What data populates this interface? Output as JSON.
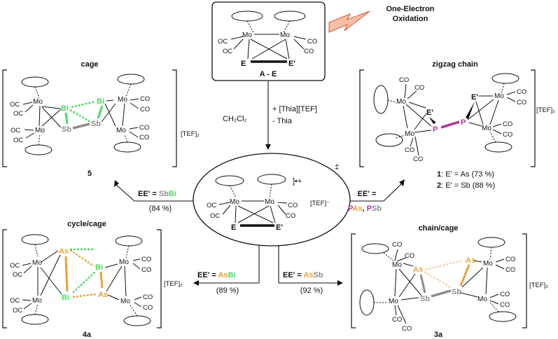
{
  "colors": {
    "sb": "#8c8c8c",
    "bi": "#4cd964",
    "as": "#e8a13a",
    "p": "#b0339a",
    "lightning_fill": "#f6c0a8",
    "lightning_stroke": "#d9552a"
  },
  "start": {
    "label": "A - E",
    "E1": "E",
    "E2": "E'",
    "mo": "Mo",
    "co": "CO",
    "oc": "OC"
  },
  "oxidation": {
    "line1": "One-Electron",
    "line2": "Oxidation"
  },
  "reagents": {
    "solvent": "CH₂Cl₂",
    "add": "+ [Thia][TEF]",
    "remove": "- Thia"
  },
  "center": {
    "charge": "]•+",
    "dagger": "‡",
    "anion": "[TEF]⁻",
    "E1": "E",
    "E2": "E'"
  },
  "products": {
    "cage": {
      "title": "cage",
      "number": "5",
      "counter": "[TEF]₂",
      "atoms": [
        "Bi",
        "Bi",
        "Sb",
        "Sb"
      ]
    },
    "zigzag": {
      "title": "zigzag chain",
      "counter": "[TEF]₂",
      "atoms": [
        "E'",
        "E'",
        "P",
        "P"
      ],
      "items": [
        {
          "num": "1",
          "text": ": E' = As (73 %)"
        },
        {
          "num": "2",
          "text": ": E' = Sb (88 %)"
        }
      ]
    },
    "cycle": {
      "title": "cycle/cage",
      "number": "4a",
      "counter": "[TEF]₂",
      "atoms": [
        "As",
        "Bi",
        "Bi",
        "As"
      ]
    },
    "chain": {
      "title": "chain/cage",
      "number": "3a",
      "counter": "[TEF]₂",
      "atoms": [
        "As",
        "As",
        "Sb",
        "Sb"
      ]
    }
  },
  "conditions": {
    "sbbi": {
      "prefix": "EE' = ",
      "a": "Sb",
      "b": "Bi",
      "yield": "(84 %)"
    },
    "pas": {
      "prefix": "EE' =",
      "a1": "P",
      "b1": "As",
      "sep": ", ",
      "a2": "P",
      "b2": "Sb"
    },
    "asbi": {
      "prefix": "EE' = ",
      "a": "As",
      "b": "Bi",
      "yield": "(89 %)"
    },
    "assb": {
      "prefix": "EE' = ",
      "a": "As",
      "b": "Sb",
      "yield": "(92 %)"
    }
  }
}
